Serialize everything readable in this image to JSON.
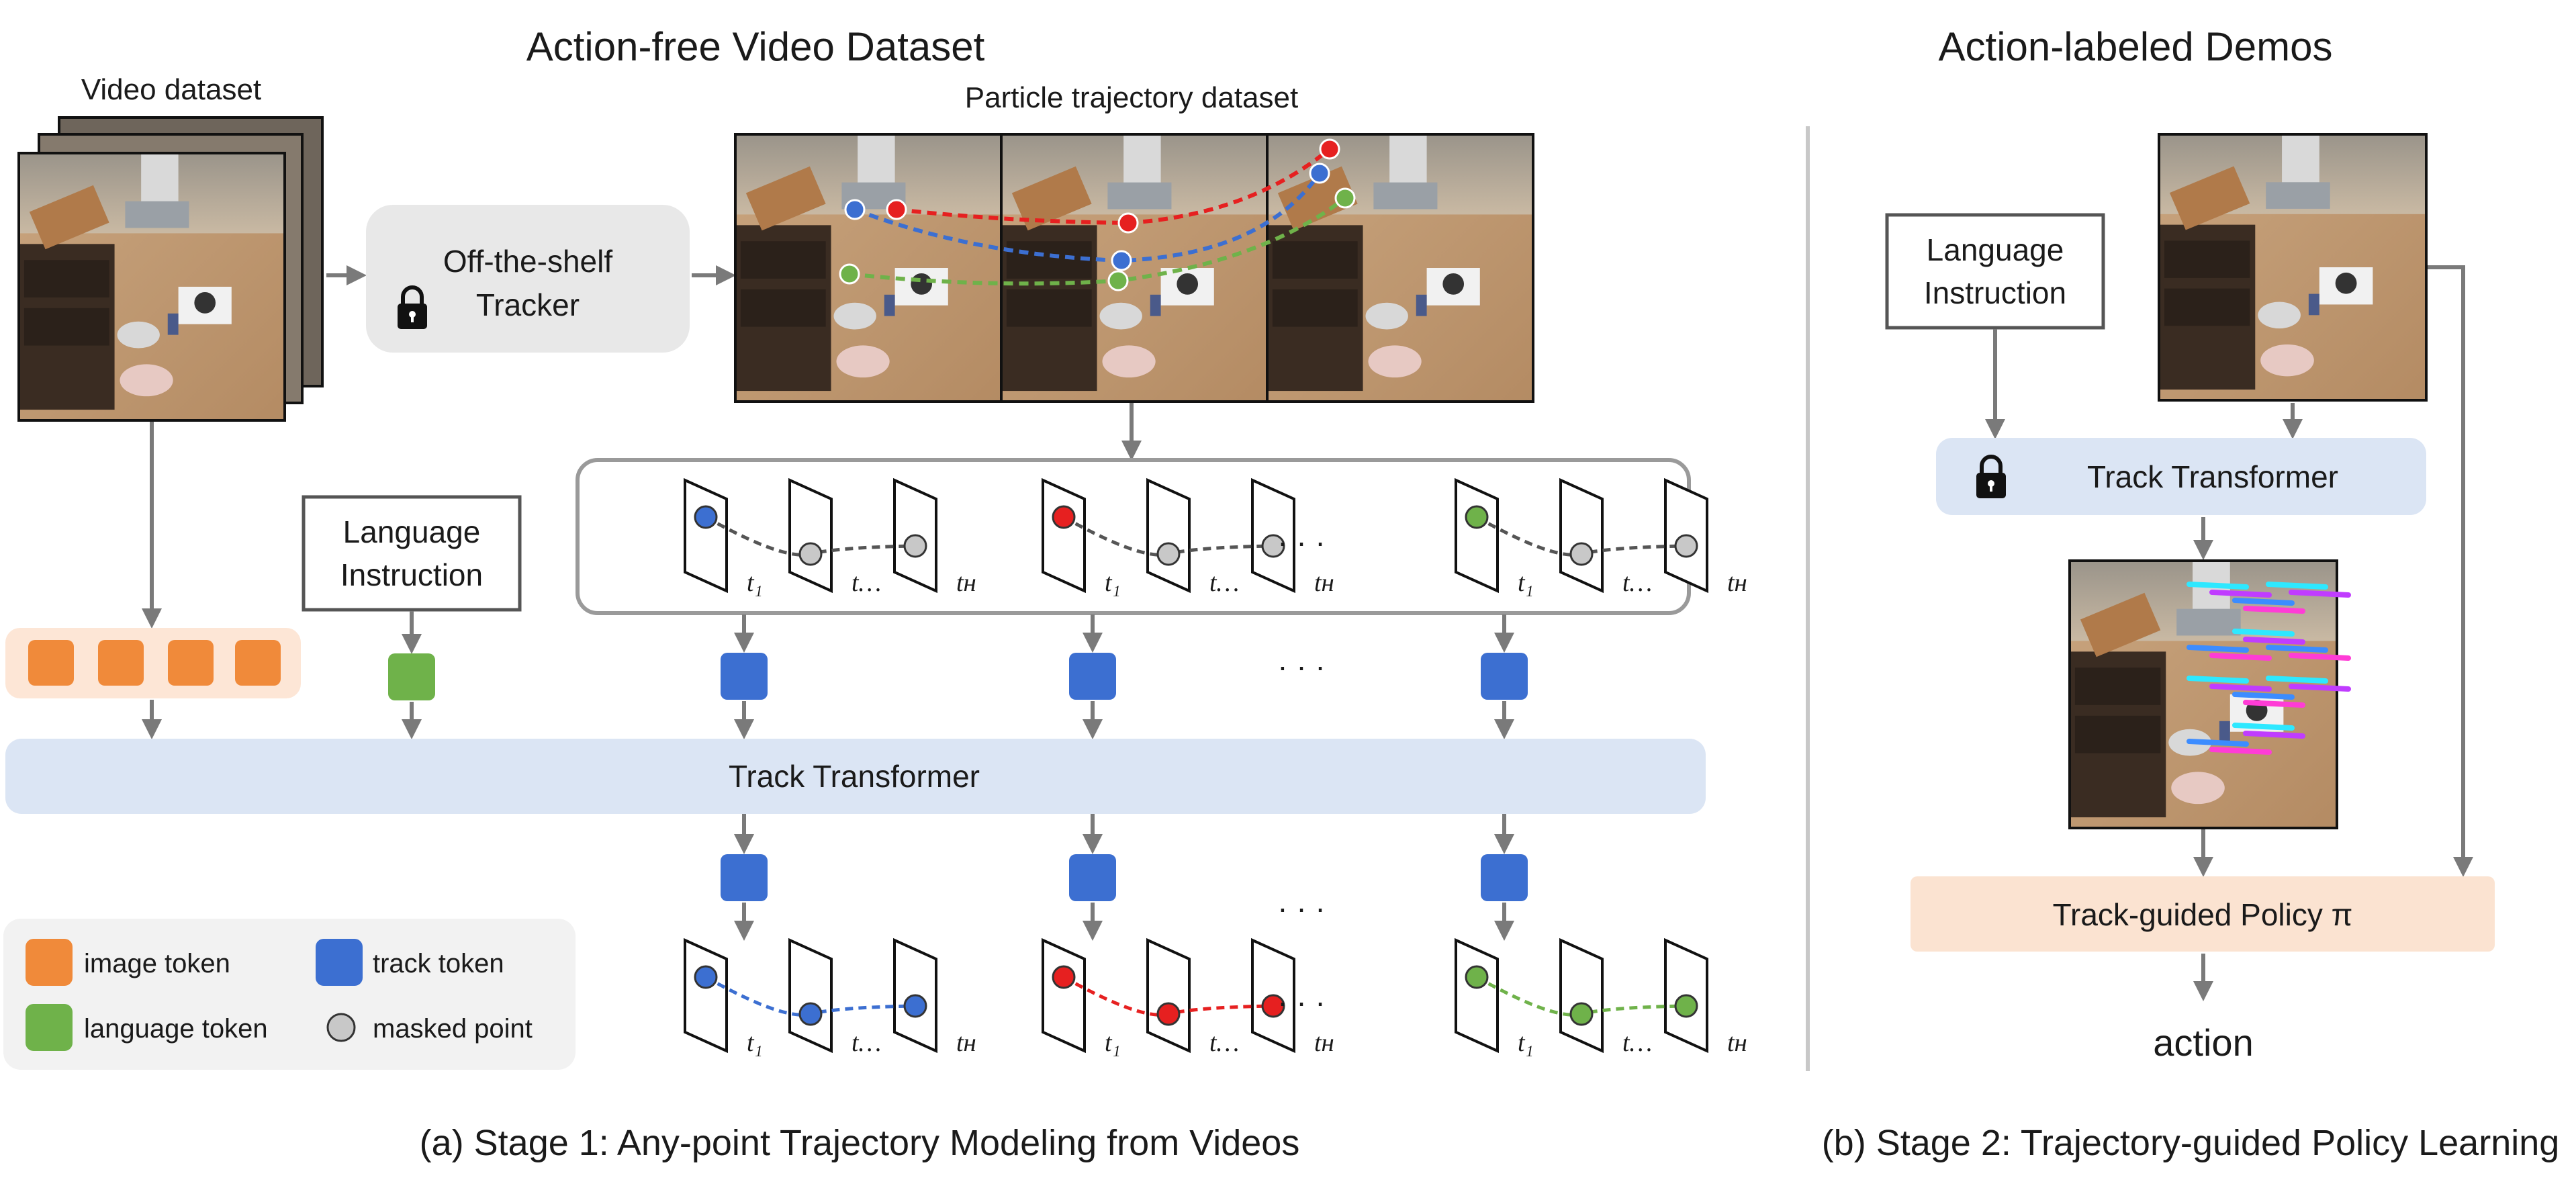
{
  "titles": {
    "left": "Action-free Video Dataset",
    "right": "Action-labeled Demos"
  },
  "labels": {
    "video_dataset": "Video dataset",
    "particle_dataset": "Particle trajectory dataset",
    "tracker_line1": "Off-the-shelf",
    "tracker_line2": "Tracker",
    "lang_line1": "Language",
    "lang_line2": "Instruction",
    "track_transformer": "Track Transformer",
    "policy": "Track-guided Policy π",
    "action": "action",
    "ellipsis": "· · ·"
  },
  "time_labels": [
    "t₁",
    "t…",
    "tʜ"
  ],
  "legend": {
    "image_token": "image token",
    "language_token": "language token",
    "track_token": "track token",
    "masked_point": "masked point"
  },
  "captions": {
    "stage1": "(a) Stage 1: Any-point Trajectory Modeling from Videos",
    "stage2": "(b) Stage 2: Trajectory-guided Policy Learning"
  },
  "colors": {
    "orange": "#f08a3a",
    "green": "#6fb24a",
    "blue": "#3c6fd1",
    "red": "#e62020",
    "gray_point": "#c8c8c8",
    "transformer_fill": "#dbe5f4",
    "policy_fill": "#fbe3d1",
    "token_band": "#fde6d6",
    "tracker_fill": "#e8e8e8",
    "legend_fill": "#f2f2f2",
    "arrow": "#7a7a7a"
  },
  "icons": [
    "lock-icon",
    "robot-scene-image",
    "frame-icon"
  ]
}
